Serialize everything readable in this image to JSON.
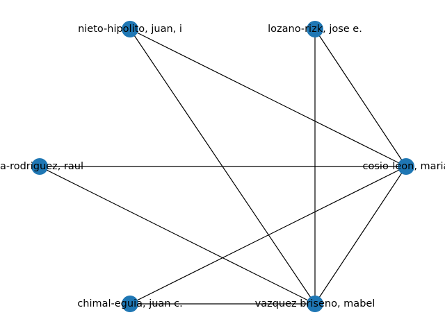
{
  "graph": {
    "node_color": "#1f77b4",
    "edge_color": "#000000",
    "nodes": [
      {
        "id": "nieto",
        "label": "nieto-hipolito, juan, i"
      },
      {
        "id": "lozano",
        "label": "lozano-rizk, jose e."
      },
      {
        "id": "rodriguez",
        "label": "ra-rodriguez, raul"
      },
      {
        "id": "cosio",
        "label": "cosio-leon, maria"
      },
      {
        "id": "chimal",
        "label": "chimal-eguia, juan c."
      },
      {
        "id": "vazquez",
        "label": "vazquez briseno, mabel"
      }
    ],
    "edges": [
      [
        "nieto",
        "cosio"
      ],
      [
        "nieto",
        "vazquez"
      ],
      [
        "lozano",
        "cosio"
      ],
      [
        "lozano",
        "vazquez"
      ],
      [
        "rodriguez",
        "cosio"
      ],
      [
        "rodriguez",
        "vazquez"
      ],
      [
        "cosio",
        "chimal"
      ],
      [
        "cosio",
        "vazquez"
      ],
      [
        "chimal",
        "vazquez"
      ]
    ]
  }
}
